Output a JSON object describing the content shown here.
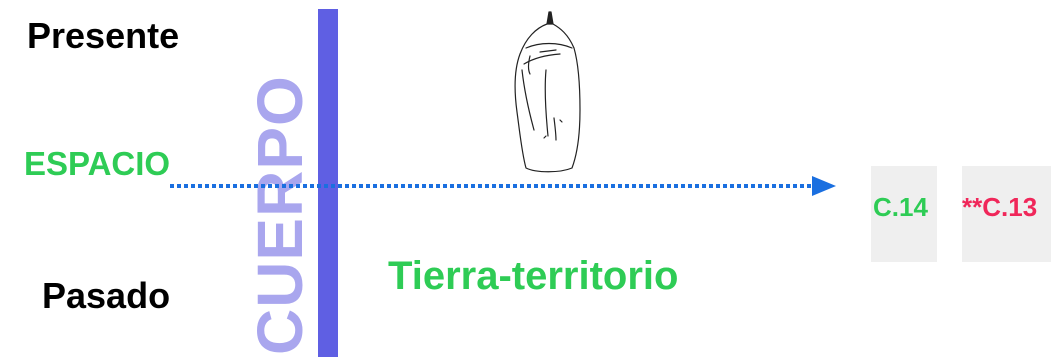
{
  "labels": {
    "presente": "Presente",
    "pasado": "Pasado",
    "espacio": "ESPACIO",
    "cuerpo": "CUERPO",
    "tierra": "Tierra-territorio"
  },
  "cards": {
    "c14": "C.14",
    "c13": "**C.13"
  },
  "colors": {
    "green": "#2ecc55",
    "blue": "#1a6fe0",
    "bar": "#5f5fe3",
    "cuerpo": "#a9a6ee",
    "red": "#f0275a",
    "card_bg": "#efefef"
  },
  "icons": {
    "chrysalis": "chrysalis-icon"
  }
}
